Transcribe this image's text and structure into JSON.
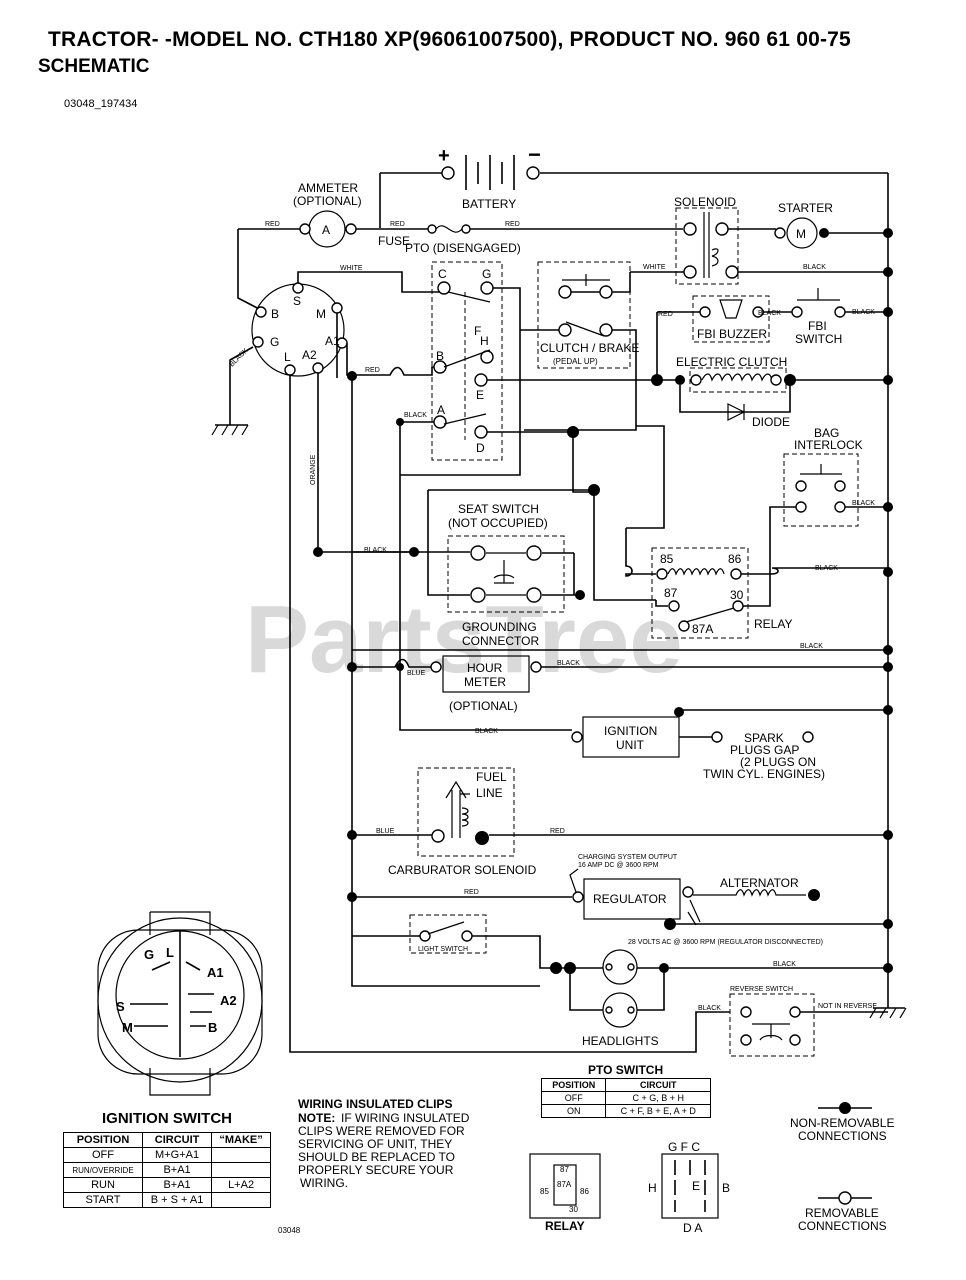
{
  "header": {
    "title": "TRACTOR- -MODEL NO. CTH180 XP(96061007500), PRODUCT NO. 960 61 00-75",
    "subtitle": "SCHEMATIC",
    "ref": "03048_197434"
  },
  "labels": {
    "battery": "BATTERY",
    "ammeter1": "AMMETER",
    "ammeter2": "(OPTIONAL)",
    "fuse": "FUSE",
    "pto": "PTO (DISENGAGED)",
    "solenoid": "SOLENOID",
    "starter": "STARTER",
    "fbi_buzzer": "FBI BUZZER",
    "fbi_switch1": "FBI",
    "fbi_switch2": "SWITCH",
    "clutch1": "CLUTCH / BRAKE",
    "clutch2": "(PEDAL UP)",
    "electric_clutch": "ELECTRIC CLUTCH",
    "diode": "DIODE",
    "bag1": "BAG",
    "bag2": "INTERLOCK",
    "seat1": "SEAT SWITCH",
    "seat2": "(NOT OCCUPIED)",
    "ground1": "GROUNDING",
    "ground2": "CONNECTOR",
    "relay": "RELAY",
    "hour1": "HOUR",
    "hour2": "METER",
    "optional": "(OPTIONAL)",
    "ign1": "IGNITION",
    "ign2": "UNIT",
    "spark1": "SPARK",
    "spark2": "PLUGS GAP",
    "spark3": "(2 PLUGS ON",
    "spark4": "TWIN CYL. ENGINES)",
    "fuel1": "FUEL",
    "fuel2": "LINE",
    "carb": "CARBURATOR SOLENOID",
    "charge1": "CHARGING SYSTEM OUTPUT",
    "charge2": "16 AMP DC @ 3600 RPM",
    "regulator": "REGULATOR",
    "alternator": "ALTERNATOR",
    "volts": "28 VOLTS AC @ 3600 RPM (REGULATOR DISCONNECTED)",
    "light_switch": "LIGHT SWITCH",
    "headlights": "HEADLIGHTS",
    "reverse": "REVERSE SWITCH",
    "not_reverse": "NOT IN REVERSE",
    "ignition_switch": "IGNITION SWITCH",
    "wiring1": "WIRING INSULATED CLIPS",
    "wiring_note_b": "NOTE:",
    "wiring_note": "IF WIRING INSULATED",
    "wiring3": "CLIPS WERE REMOVED FOR",
    "wiring4": "SERVICING OF UNIT, THEY",
    "wiring5": "SHOULD BE REPLACED TO",
    "wiring6": "PROPERLY SECURE YOUR",
    "wiring7": "WIRING.",
    "pto_switch": "PTO SWITCH",
    "nonrem1": "NON-REMOVABLE",
    "nonrem2": "CONNECTIONS",
    "rem1": "REMOVABLE",
    "rem2": "CONNECTIONS",
    "relay_bottom": "RELAY",
    "code": "03048",
    "watermark": "PartsTree"
  },
  "wires": {
    "red": "RED",
    "white": "WHITE",
    "black": "BLACK",
    "orange": "ORANGE",
    "blue": "BLUE"
  },
  "pins": {
    "s": "S",
    "b": "B",
    "m": "M",
    "g": "G",
    "l": "L",
    "a2": "A2",
    "a1": "A1",
    "pC": "C",
    "pG": "G",
    "pF": "F",
    "pH": "H",
    "pB": "B",
    "pE": "E",
    "pA": "A",
    "pD": "D",
    "r85": "85",
    "r86": "86",
    "r87": "87",
    "r30": "30",
    "r87a": "87A",
    "a": "A",
    "plus": "+",
    "minus": "−"
  },
  "ignition_table": {
    "headers": [
      "POSITION",
      "CIRCUIT",
      "“MAKE”"
    ],
    "rows": [
      [
        "OFF",
        "M+G+A1",
        ""
      ],
      [
        "RUN/OVERRIDE",
        "B+A1",
        ""
      ],
      [
        "RUN",
        "B+A1",
        "L+A2"
      ],
      [
        "START",
        "B + S + A1",
        ""
      ]
    ]
  },
  "pto_table": {
    "headers": [
      "POSITION",
      "CIRCUIT"
    ],
    "rows": [
      [
        "OFF",
        "C + G, B + H"
      ],
      [
        "ON",
        "C + F, B + E, A + D"
      ]
    ]
  },
  "ign_face": {
    "g": "G",
    "l": "L",
    "a1": "A1",
    "s": "S",
    "a2": "A2",
    "m": "M",
    "b": "B"
  },
  "pto_face": {
    "top": "G F C",
    "h": "H",
    "e": "E",
    "b": "B",
    "bottom": "D A"
  }
}
